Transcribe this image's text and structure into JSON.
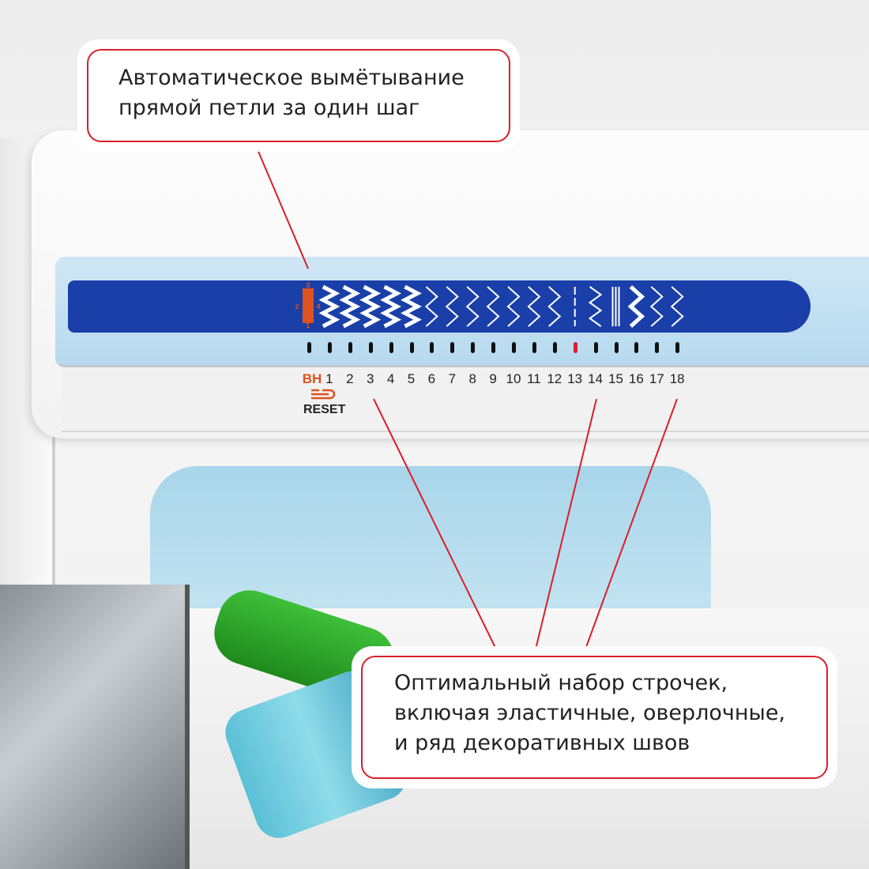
{
  "callouts": {
    "top": {
      "line1": "Автоматическое вымётывание",
      "line2": "прямой петли за один шаг"
    },
    "bottom": {
      "line1": "Оптимальный набор строчек,",
      "line2": "включая эластичные, оверлочные,",
      "line3": "и ряд декоративных швов"
    }
  },
  "panel": {
    "buttonhole_label": "BH",
    "buttonhole_numbers": [
      "3",
      "2",
      "4",
      "1"
    ],
    "reset_label": "RESET",
    "stitch_numbers": [
      "1",
      "2",
      "3",
      "4",
      "5",
      "6",
      "7",
      "8",
      "9",
      "10",
      "11",
      "12",
      "13",
      "14",
      "15",
      "16",
      "17",
      "18"
    ],
    "selected_stitch": "13"
  },
  "colors": {
    "accent_red": "#d81f2a",
    "panel_blue": "#1a3fa8",
    "buttonhole_orange": "#e0521f"
  }
}
